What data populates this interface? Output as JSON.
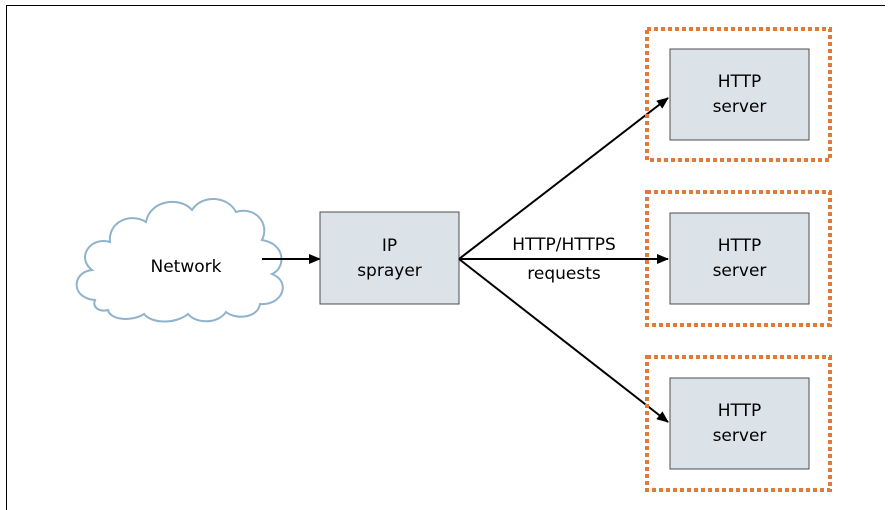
{
  "diagram": {
    "network": {
      "label": "Network",
      "icon": "cloud-icon",
      "fill": "#ffffff",
      "stroke": "#8fb3cc"
    },
    "sprayer": {
      "line1": "IP",
      "line2": "sprayer"
    },
    "edge_label": {
      "line1": "HTTP/HTTPS",
      "line2": "requests"
    },
    "servers": [
      {
        "line1": "HTTP",
        "line2": "server"
      },
      {
        "line1": "HTTP",
        "line2": "server"
      },
      {
        "line1": "HTTP",
        "line2": "server"
      }
    ],
    "colors": {
      "box_fill": "#dbe3e9",
      "box_stroke": "#4d4d4d",
      "dotted_border": "#e07a3c",
      "arrow": "#000000"
    }
  }
}
